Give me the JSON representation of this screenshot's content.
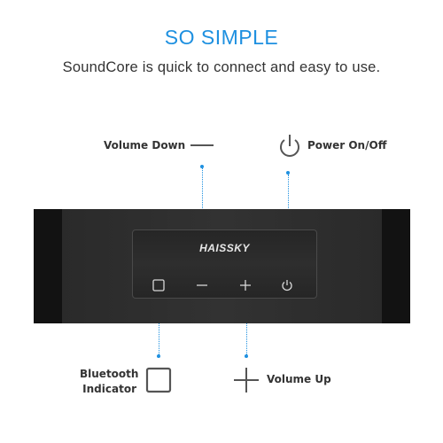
{
  "header": {
    "title": "SO SIMPLE",
    "subtitle": "SoundCore is quick to connect and easy to use."
  },
  "labels": {
    "volume_down": "Volume Down",
    "power": "Power On/Off",
    "bluetooth_line1": "Bluetooth",
    "bluetooth_line2": "Indicator",
    "volume_up": "Volume Up"
  },
  "device": {
    "brand": "HAISSKY"
  },
  "colors": {
    "accent": "#1e90e0",
    "text": "#333333",
    "speaker_body": "#2a2a2a"
  },
  "icons": [
    "minus-icon",
    "power-icon",
    "square-icon",
    "plus-icon"
  ]
}
